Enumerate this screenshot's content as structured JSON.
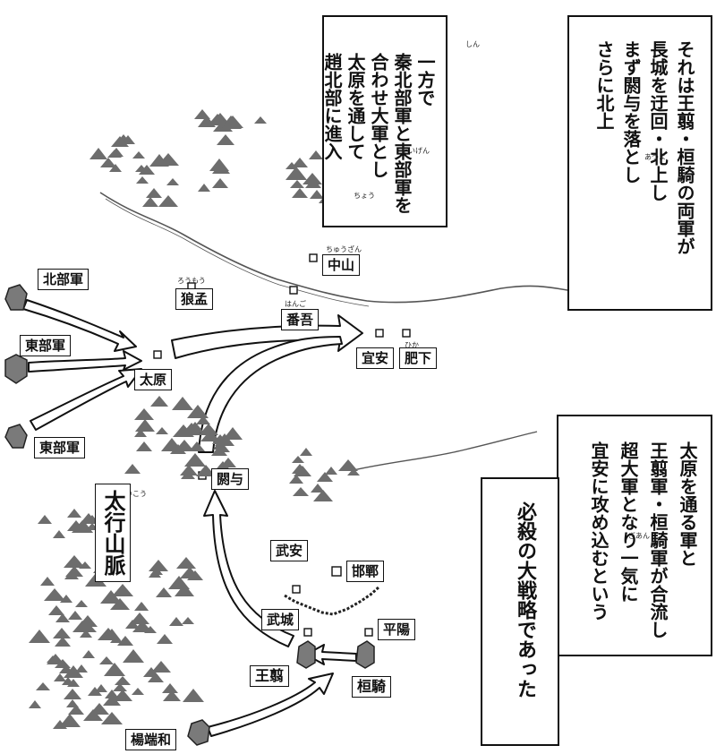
{
  "narration": {
    "box1_lines": [
      "それは王翦・桓騎の両軍が",
      "長城を迂回・北上し",
      "まず閼与を落とし",
      "さらに北上"
    ],
    "box2_lines": [
      "一方で",
      "秦北部軍と東部軍を",
      "合わせ大軍とし",
      "太原を通して",
      "趙北部に進入"
    ],
    "box3_lines": [
      "太原を通る軍と",
      "王翦軍・桓騎軍が合流し",
      "超大軍となり一気に",
      "宜安に攻め込むという"
    ],
    "box4_lines": [
      "必殺の大戦略であった"
    ]
  },
  "furigana": {
    "qin": "しん",
    "atsuyo": "あつよ",
    "taigen_1": "たいげん",
    "chou": "ちょう",
    "chuuzan": "ちゅうざん",
    "rouman": "ろうもう",
    "hango": "はんご",
    "hika": "ひか",
    "gian": "ぎあん",
    "taikou": "たいこう"
  },
  "places": {
    "chuuzan": "中山",
    "rouman": "狼孟",
    "hango": "番吾",
    "gian": "宜安",
    "hika": "肥下",
    "taigen": "太原",
    "atsuyo": "閼与",
    "buan": "武安",
    "kantan": "邯鄲",
    "bujou": "武城",
    "heiyou": "平陽"
  },
  "armies": {
    "north": "北部軍",
    "east1": "東部軍",
    "east2": "東部軍",
    "ousen": "王翦",
    "kanki": "桓騎",
    "youtanwa": "楊端和"
  },
  "mountain_range": "太行山脈",
  "colors": {
    "ink": "#111111",
    "mountain": "#6d6d6d",
    "army_marker": "#7a7a7a",
    "river": "#555555"
  }
}
